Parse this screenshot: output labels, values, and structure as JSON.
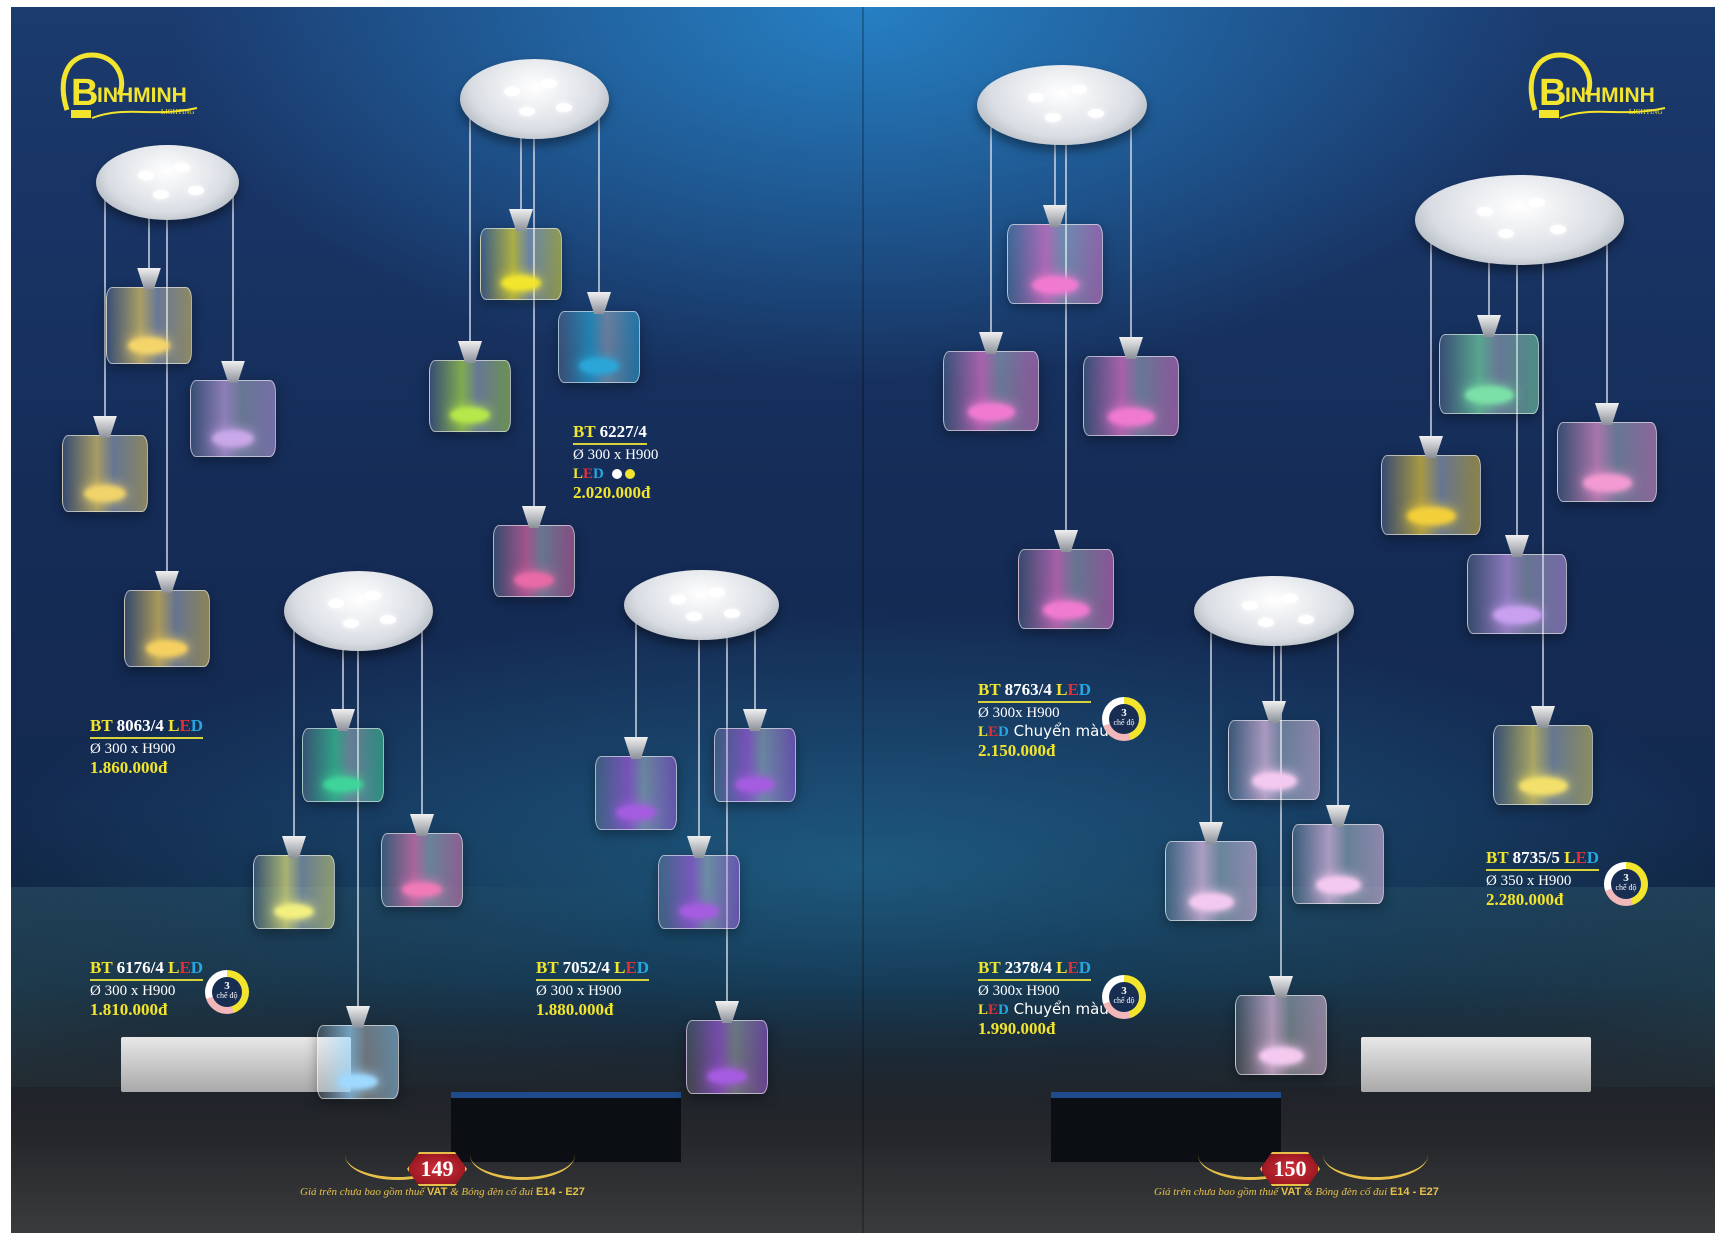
{
  "brand": {
    "name": "BINHMINH",
    "sub": "LIGHTING"
  },
  "products": [
    {
      "code": "8063/4",
      "led": true,
      "dim": "300 x H900",
      "price": "1.860.000đ",
      "shade_color": "#f2d15a",
      "glow": "#ffe86a"
    },
    {
      "code": "6227/4",
      "led": false,
      "dim": "300 x H900",
      "led_line": "LED",
      "price": "2.020.000đ",
      "dots": [
        "#ffffff",
        "#f3e52d"
      ]
    },
    {
      "code": "6176/4",
      "led": true,
      "dim": "300 x H900",
      "price": "1.810.000đ",
      "modes": "3",
      "modes_label": "chế độ"
    },
    {
      "code": "7052/4",
      "led": true,
      "dim": "300 x H900",
      "price": "1.880.000đ"
    },
    {
      "code": "8763/4",
      "led": true,
      "dim": "300x H900",
      "led_line": "LED",
      "led_extra": "Chuyển màu",
      "price": "2.150.000đ",
      "modes": "3",
      "modes_label": "chế độ"
    },
    {
      "code": "2378/4",
      "led": true,
      "dim": "300x H900",
      "led_line": "LED",
      "led_extra": "Chuyển màu",
      "price": "1.990.000đ",
      "modes": "3",
      "modes_label": "chế độ"
    },
    {
      "code": "8735/5",
      "led": true,
      "dim": "350 x H900",
      "price": "2.280.000đ",
      "modes": "3",
      "modes_label": "chế độ"
    }
  ],
  "bt": "BT",
  "led_letters": [
    "L",
    "E",
    "D"
  ],
  "diameter_symbol": "Ø",
  "pages": [
    {
      "number": "149"
    },
    {
      "number": "150"
    }
  ],
  "footer": {
    "pre": "Giá trên chưa bao gồm thuế ",
    "vat": "VAT",
    "mid": " & Bóng đèn cố đui ",
    "socket": "E14 - E27"
  }
}
